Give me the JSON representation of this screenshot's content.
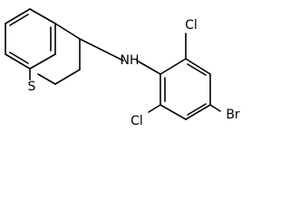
{
  "structure": {
    "atoms": {
      "sulfur": "S",
      "nitrogen_hydrogen": "NH",
      "chlorine_top": "Cl",
      "chlorine_bottom": "Cl",
      "bromine": "Br"
    }
  },
  "colors": {
    "bond": "#000000",
    "label": "#000000",
    "background": "#ffffff"
  }
}
